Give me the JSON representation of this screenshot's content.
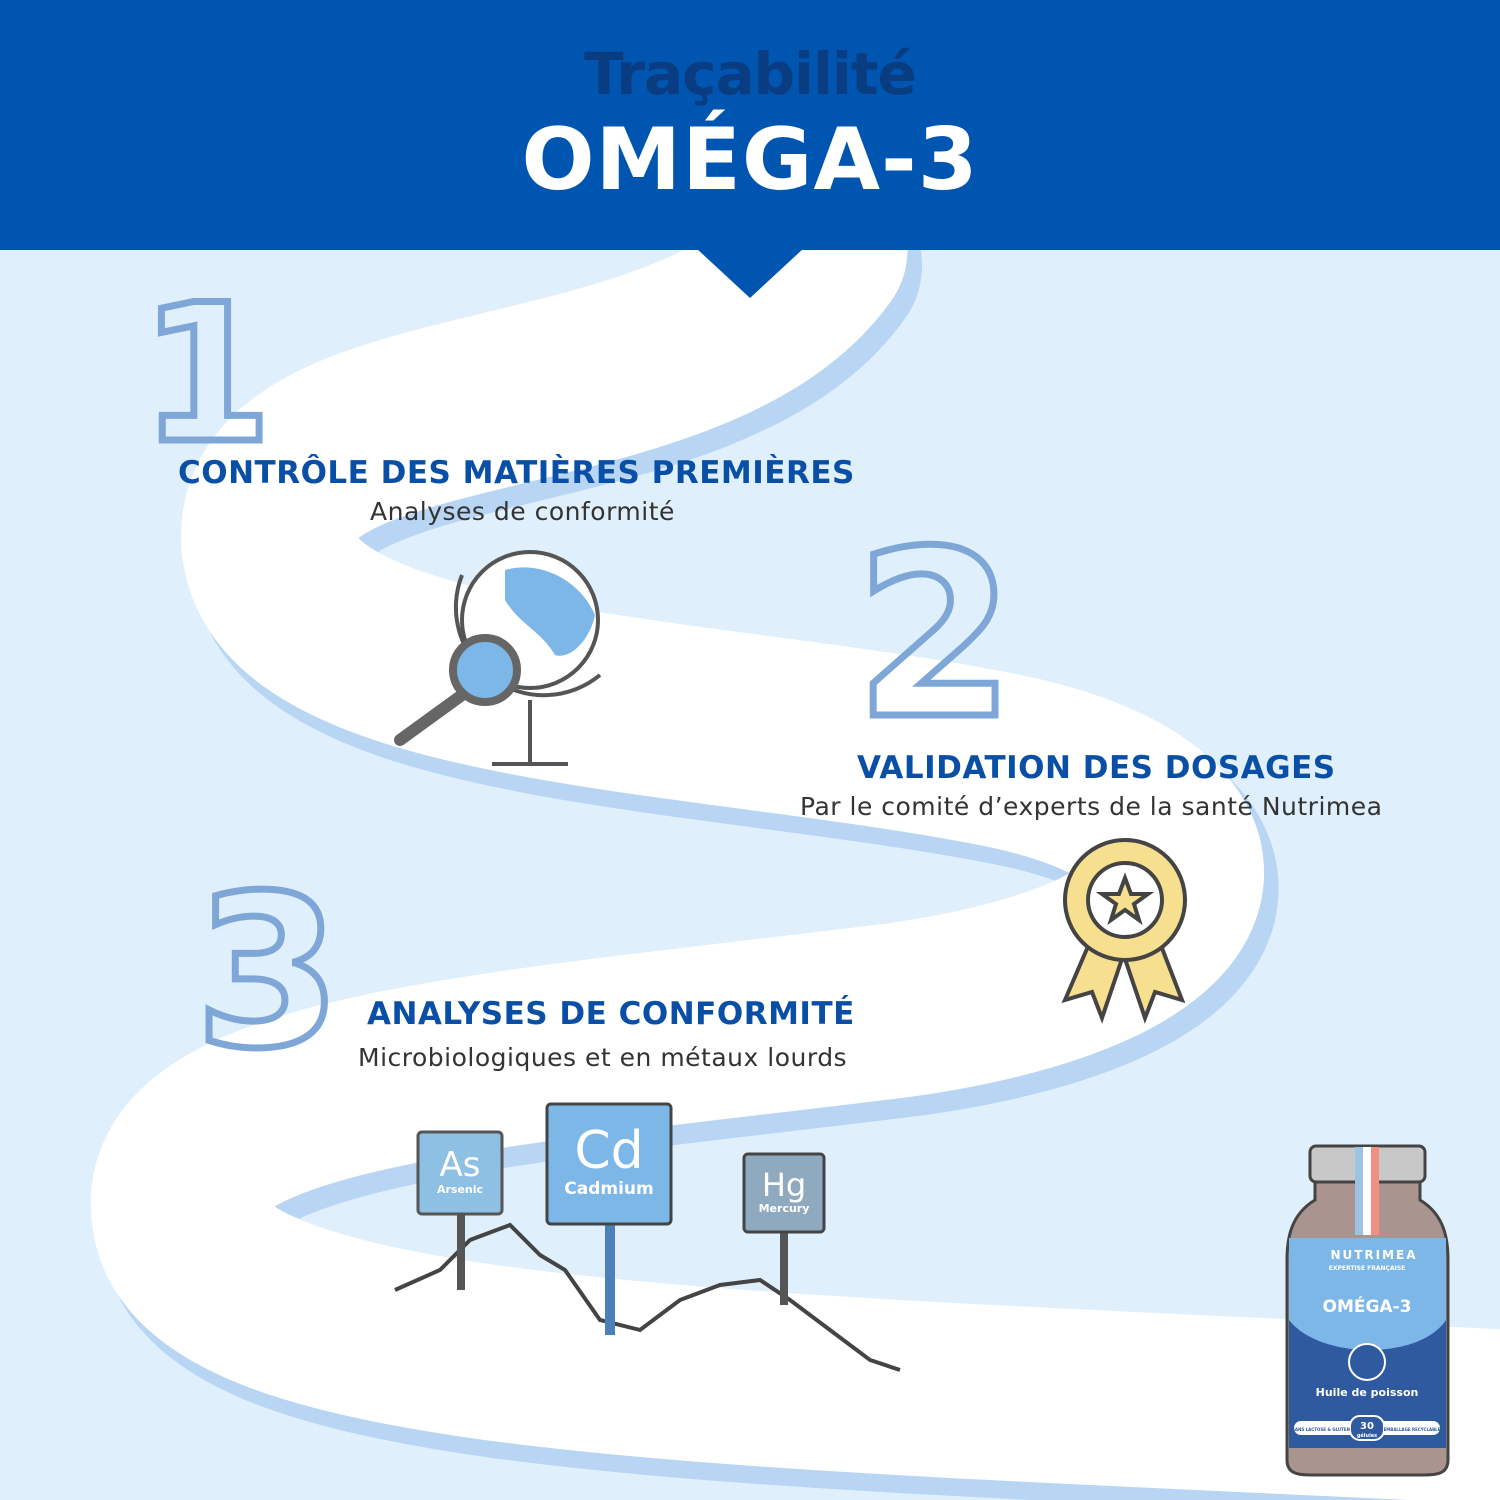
{
  "header": {
    "subtitle": "Traçabilité",
    "title": "OMÉGA-3"
  },
  "steps": [
    {
      "number": "1",
      "title": "CONTRÔLE DES MATIÈRES PREMIÈRES",
      "subtitle": "Analyses de conformité",
      "icon": "globe-magnifier-icon"
    },
    {
      "number": "2",
      "title": "VALIDATION DES DOSAGES",
      "subtitle": "Par le comité d’experts de la santé Nutrimea",
      "icon": "award-ribbon-icon"
    },
    {
      "number": "3",
      "title": "ANALYSES DE CONFORMITÉ",
      "subtitle": "Microbiologiques et en métaux lourds",
      "icon": "metal-signs-icon"
    }
  ],
  "signs": [
    {
      "symbol": "As",
      "name": "Arsenic"
    },
    {
      "symbol": "Cd",
      "name": "Cadmium"
    },
    {
      "symbol": "Hg",
      "name": "Mercury"
    }
  ],
  "bottle": {
    "brand": "NUTRIMEA",
    "tagline": "EXPERTISE FRANÇAISE",
    "product": "OMÉGA-3",
    "type": "Huile de poisson",
    "left_badge": "SANS LACTOSE & GLUTEN",
    "count": "30",
    "count_unit": "gélules",
    "right_badge": "EMBALLAGE RECYCLABLE"
  },
  "colors": {
    "header": "#0055b0",
    "accent": "#0a4fa6",
    "background": "#dfeffb",
    "outline": "#7ea7d8"
  }
}
